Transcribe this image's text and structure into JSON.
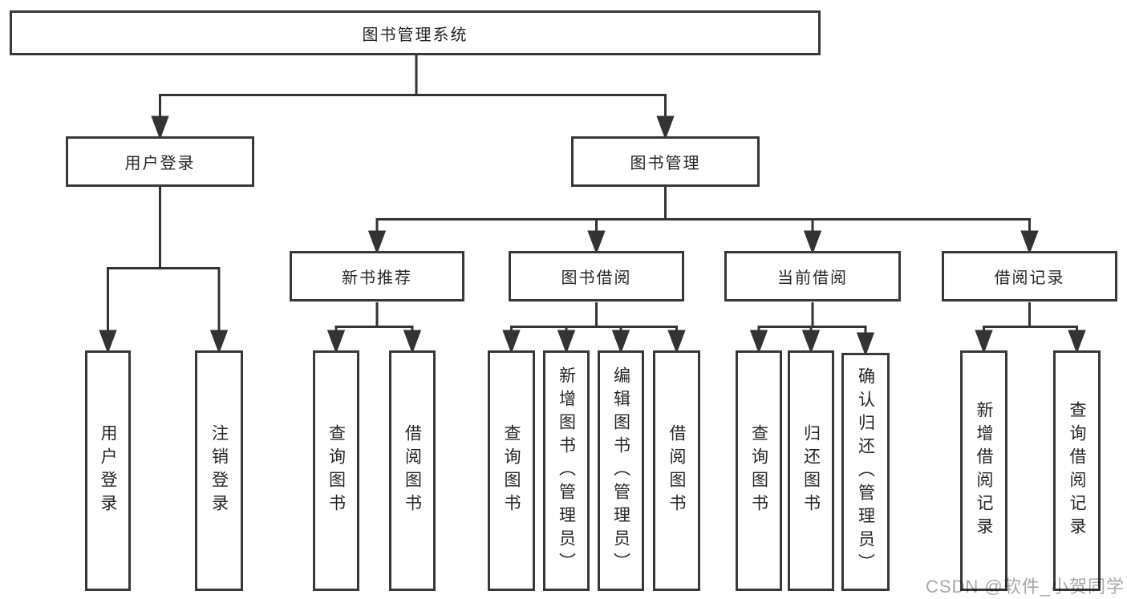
{
  "diagram": {
    "root": "图书管理系统",
    "level2": [
      {
        "label": "用户登录"
      },
      {
        "label": "图书管理"
      }
    ],
    "level3": [
      {
        "label": "新书推荐"
      },
      {
        "label": "图书借阅"
      },
      {
        "label": "当前借阅"
      },
      {
        "label": "借阅记录"
      }
    ],
    "leaves": {
      "user_login": [
        "用户登录",
        "注销登录"
      ],
      "new_book_recommend": [
        "查询图书",
        "借阅图书"
      ],
      "book_borrow": [
        "查询图书",
        "新增图书（管理员）",
        "编辑图书（管理员）",
        "借阅图书"
      ],
      "current_borrow": [
        "查询图书",
        "归还图书",
        "确认归还（管理员）"
      ],
      "borrow_record": [
        "新增借阅记录",
        "查询借阅记录"
      ]
    }
  },
  "watermark": "CSDN @软件_小贺同学",
  "colors": {
    "line": "#333333",
    "box_border": "#383838",
    "text": "#262626",
    "watermark": "#a8a8a8",
    "background": "#ffffff"
  }
}
